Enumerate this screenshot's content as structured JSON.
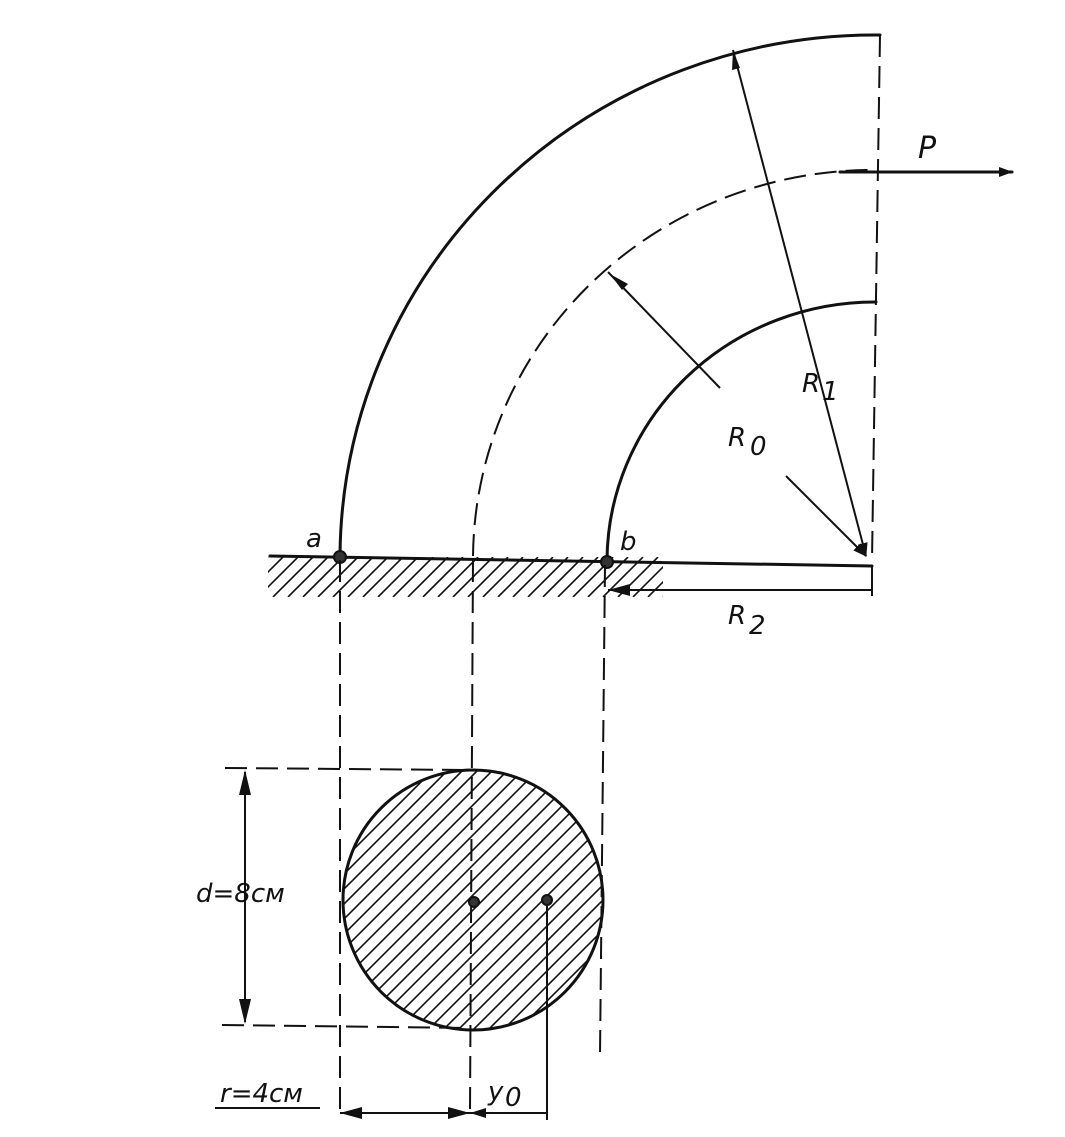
{
  "labels": {
    "force": "P",
    "point_a": "a",
    "point_b": "b",
    "outer_radius": "R",
    "outer_radius_sub": "1",
    "mid_radius": "R",
    "mid_radius_sub": "0",
    "inner_radius": "R",
    "inner_radius_sub": "2",
    "diameter": "d=8см",
    "radius": "r=4см",
    "offset": "y",
    "offset_sub": "0"
  }
}
